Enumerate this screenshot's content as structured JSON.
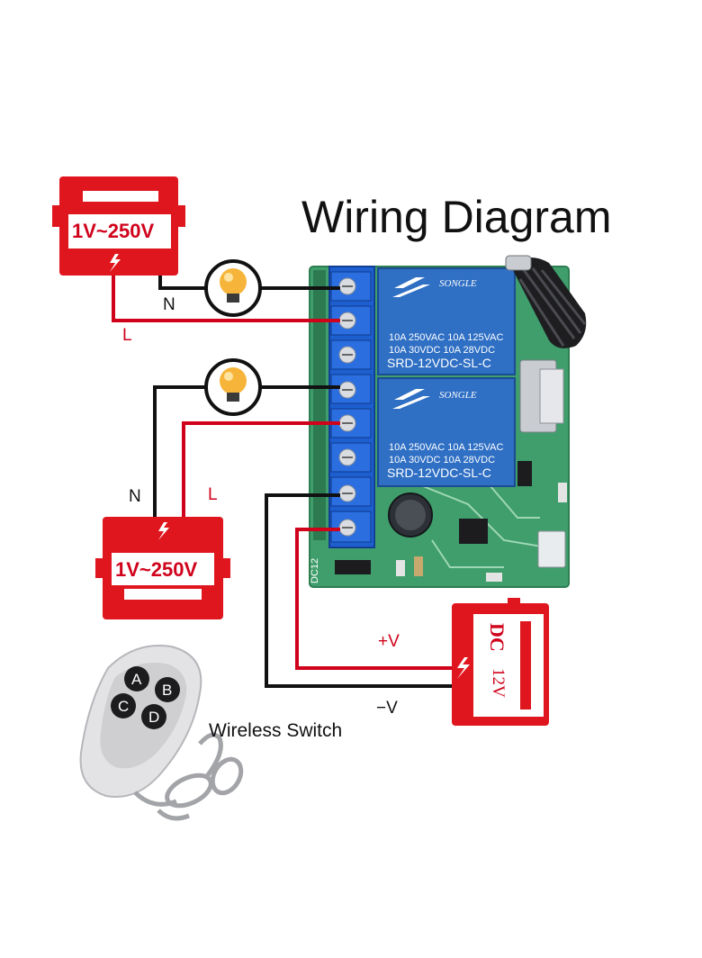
{
  "title": "Wiring Diagram",
  "ac_supply_top": {
    "voltage": "1V~250V",
    "neutral_label": "N",
    "live_label": "L"
  },
  "ac_supply_bottom": {
    "voltage": "1V~250V",
    "neutral_label": "N",
    "live_label": "L"
  },
  "relay_module": {
    "relays": [
      {
        "brand": "SONGLE",
        "ratings_1": "10A 250VAC  10A 125VAC",
        "ratings_2": "10A  30VDC  10A  28VDC",
        "model": "SRD-12VDC-SL-C"
      },
      {
        "brand": "SONGLE",
        "ratings_1": "10A 250VAC  10A 125VAC",
        "ratings_2": "10A  30VDC  10A  28VDC",
        "model": "SRD-12VDC-SL-C"
      }
    ],
    "board_label": "DC12"
  },
  "dc_supply": {
    "type": "DC",
    "voltage": "12V",
    "positive_label": "+V",
    "negative_label": "−V"
  },
  "remote": {
    "buttons": [
      "A",
      "B",
      "C",
      "D"
    ],
    "caption": "Wireless Switch"
  },
  "colors": {
    "wire_live": "#d0021b",
    "wire_neutral": "#111111",
    "psu": "#e0161f",
    "pcb": "#3f9e6c",
    "relay": "#2f6fc4",
    "terminal": "#1e5fd0",
    "lamp": "#f6b53a"
  },
  "icons": [
    "lightning-icon",
    "light-bulb-icon",
    "antenna-icon",
    "capacitor-icon",
    "keychain-ring-icon"
  ]
}
